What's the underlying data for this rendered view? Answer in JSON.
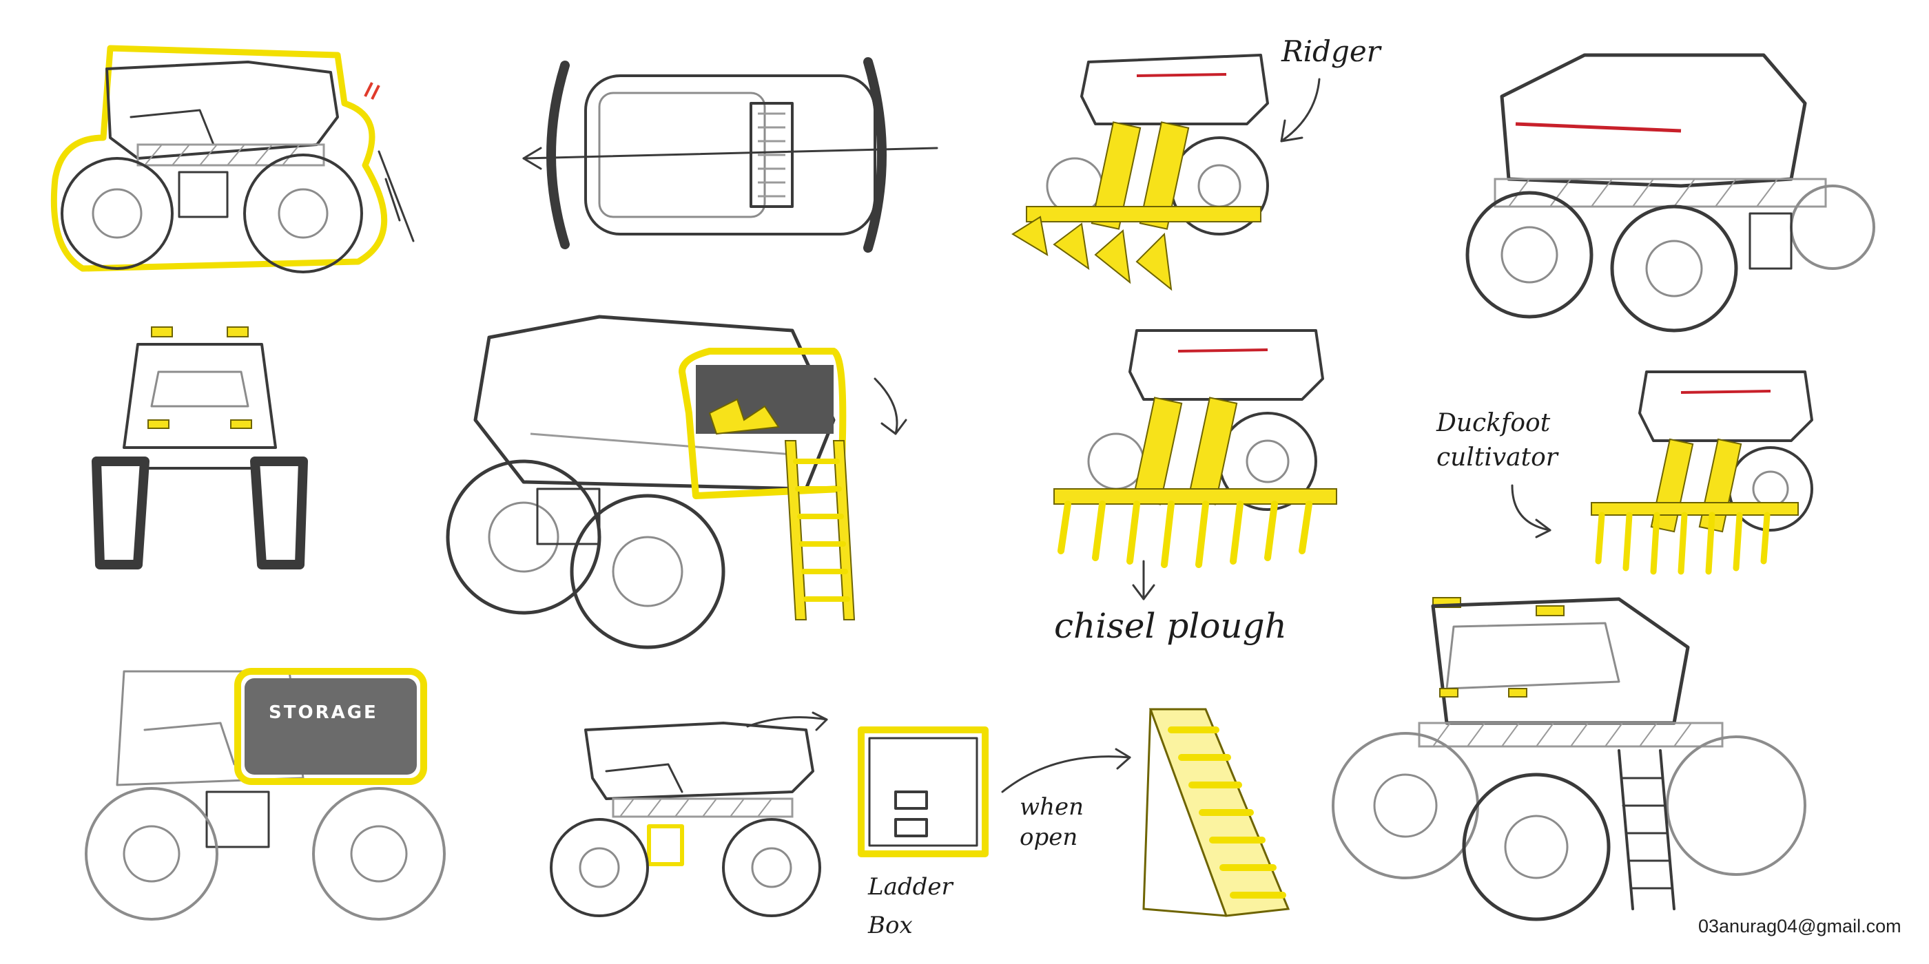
{
  "labels": {
    "ridger": "Ridger",
    "chisel_plough": "chisel plough",
    "duckfoot_cultivator": "Duckfoot cultivator",
    "storage": "STORAGE",
    "when_open": "when open",
    "ladder_box": "Ladder Box",
    "contact_email": "03anurag04@gmail.com"
  },
  "colors": {
    "highlight_yellow": "#F2DF00",
    "pencil": "#3A3A3A",
    "paper": "#FFFFFF",
    "storage_panel": "#6B6B6B",
    "tail_light": "#C8202A"
  },
  "icons": {
    "arrow": "hand-drawn-arrow-icon",
    "note_mark": "double-slash-mark"
  }
}
